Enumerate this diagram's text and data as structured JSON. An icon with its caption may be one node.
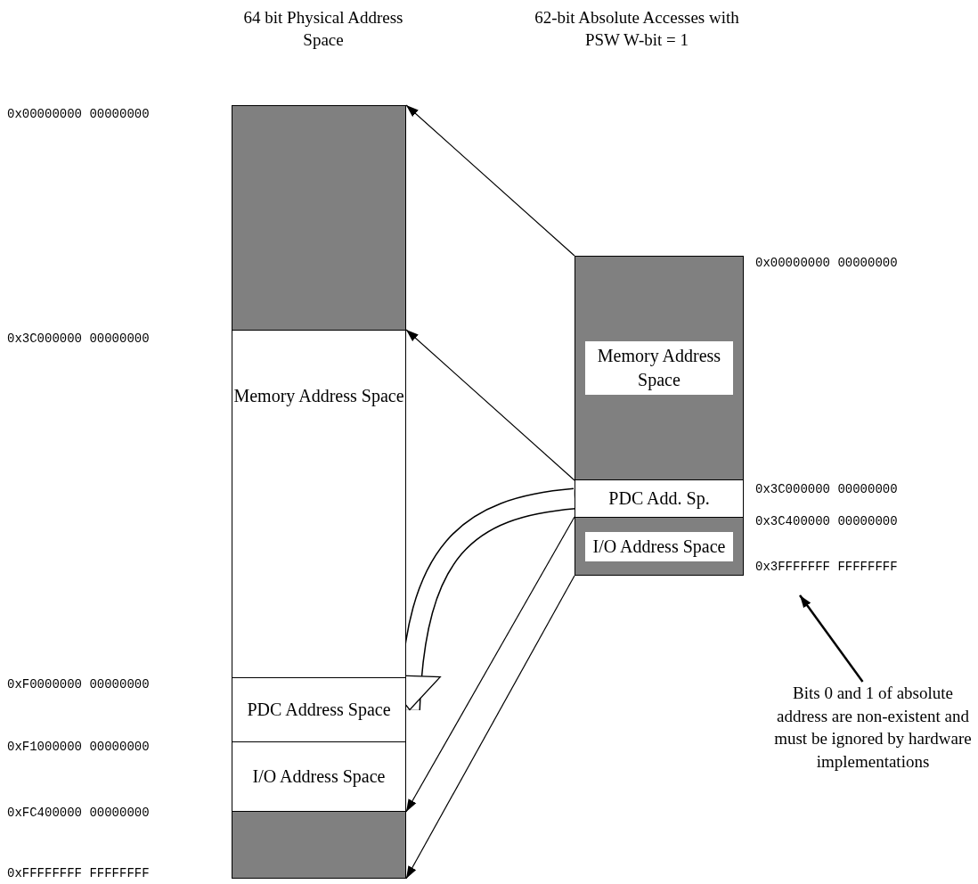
{
  "diagram": {
    "nodes": [
      {
        "text": [],
        "shape": "box"
      },
      {
        "text": [
          "Memory Address Space"
        ]
      },
      {
        "text": [
          "PDC Address Space"
        ]
      },
      {
        "text": [
          "I/O Address Space"
        ]
      },
      {
        "text": [],
        "shape": "box"
      },
      {
        "text": [
          "Memory Address Space"
        ]
      },
      {
        "text": [
          "PDC Add. Sp."
        ]
      },
      {
        "text": [
          "I/O Address Space"
        ]
      },
      {
        "text": [
          "Bits 0 and 1 of absolute address are non-existent and must be ignored by hardware implementations"
        ]
      }
    ],
    "edges": [
      {
        "from": 5,
        "to": 0,
        "arrow": "to"
      },
      {
        "from": 5,
        "to": 1,
        "arrow": "to"
      },
      {
        "from": 6,
        "to": 2,
        "arrow": "to",
        "style": "thick"
      },
      {
        "from": 7,
        "to": 3,
        "arrow": "to"
      },
      {
        "from": 7,
        "to": 4,
        "arrow": "to"
      },
      {
        "from": 8,
        "to": null,
        "arrow": "to"
      }
    ],
    "labels": [
      "64 bit Physical Address Space",
      "62-bit Absolute Accesses with PSW W-bit = 1",
      "0x00000000 00000000",
      "0x00000000 00000000",
      "0x3C000000 00000000",
      "0x3C000000 00000000",
      "0x3C400000 00000000",
      "0x3FFFFFFF FFFFFFFF",
      "0xF0000000 00000000",
      "0xF1000000 00000000",
      "0xFC400000 00000000",
      "0xFFFFFFFF FFFFFFFF"
    ]
  }
}
